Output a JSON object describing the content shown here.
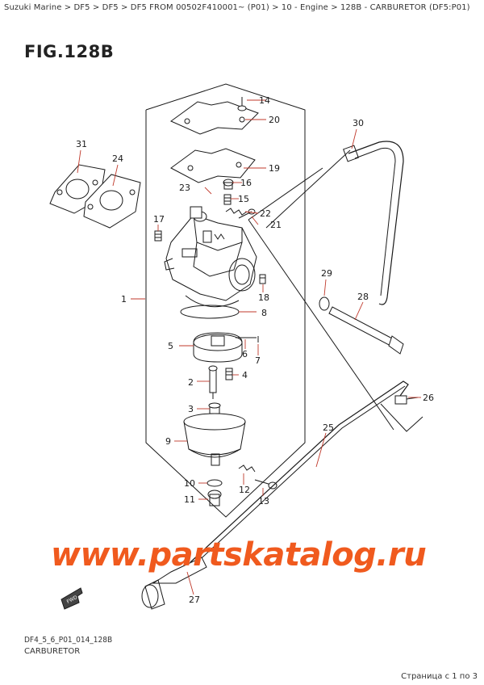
{
  "breadcrumb": "Suzuki Marine > DF5 > DF5 > DF5 FROM 00502F410001~ (P01) > 10 - Engine > 128B - CARBURETOR (DF5:P01)",
  "figure_title": "FIG.128B",
  "footer_code": "DF4_5_6_P01_014_128B",
  "footer_name": "CARBURETOR",
  "page_info": "Страница с 1 по 3",
  "watermark": "www.partskatalog.ru",
  "fwd_label": "FWD",
  "colors": {
    "callout": "#c0392b",
    "line": "#1a1a1a",
    "watermark": "#f05a1e"
  },
  "parts": [
    {
      "n": "1"
    },
    {
      "n": "2"
    },
    {
      "n": "3"
    },
    {
      "n": "4"
    },
    {
      "n": "5"
    },
    {
      "n": "6"
    },
    {
      "n": "7"
    },
    {
      "n": "8"
    },
    {
      "n": "9"
    },
    {
      "n": "10"
    },
    {
      "n": "11"
    },
    {
      "n": "12"
    },
    {
      "n": "13"
    },
    {
      "n": "14"
    },
    {
      "n": "15"
    },
    {
      "n": "16"
    },
    {
      "n": "17"
    },
    {
      "n": "18"
    },
    {
      "n": "19"
    },
    {
      "n": "20"
    },
    {
      "n": "21"
    },
    {
      "n": "22"
    },
    {
      "n": "23"
    },
    {
      "n": "24"
    },
    {
      "n": "25"
    },
    {
      "n": "26"
    },
    {
      "n": "27"
    },
    {
      "n": "28"
    },
    {
      "n": "29"
    },
    {
      "n": "30"
    },
    {
      "n": "31"
    }
  ]
}
